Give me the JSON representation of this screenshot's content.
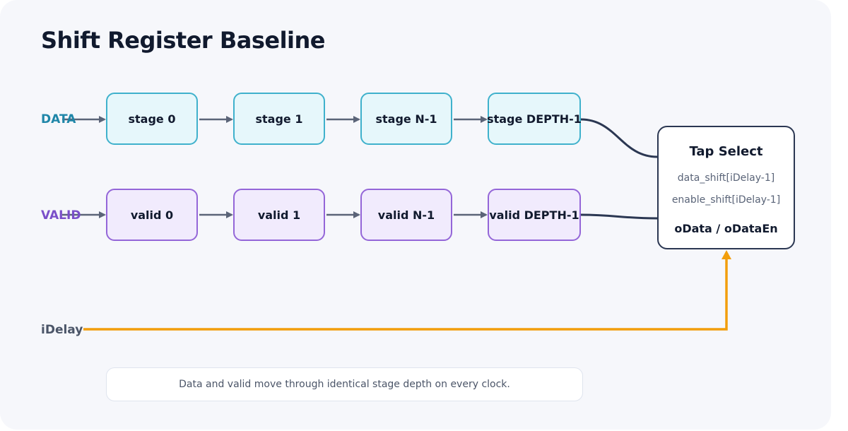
{
  "title": "Shift Register Baseline",
  "rows": {
    "data_label": "DATA",
    "valid_label": "VALID",
    "delay_label": "iDelay"
  },
  "data_stages": [
    "stage 0",
    "stage 1",
    "stage N-1",
    "stage DEPTH-1"
  ],
  "valid_stages": [
    "valid 0",
    "valid 1",
    "valid N-1",
    "valid DEPTH-1"
  ],
  "tap_select": {
    "title": "Tap Select",
    "line1": "data_shift[iDelay-1]",
    "line2": "enable_shift[iDelay-1]",
    "output": "oData / oDataEn"
  },
  "note": "Data and valid move through identical stage depth on every clock.",
  "colors": {
    "data_border": "#3fb1cc",
    "valid_border": "#9466d8",
    "arrow": "#5b6478",
    "wire": "#2b3752",
    "delay_wire": "#f29e0c"
  }
}
